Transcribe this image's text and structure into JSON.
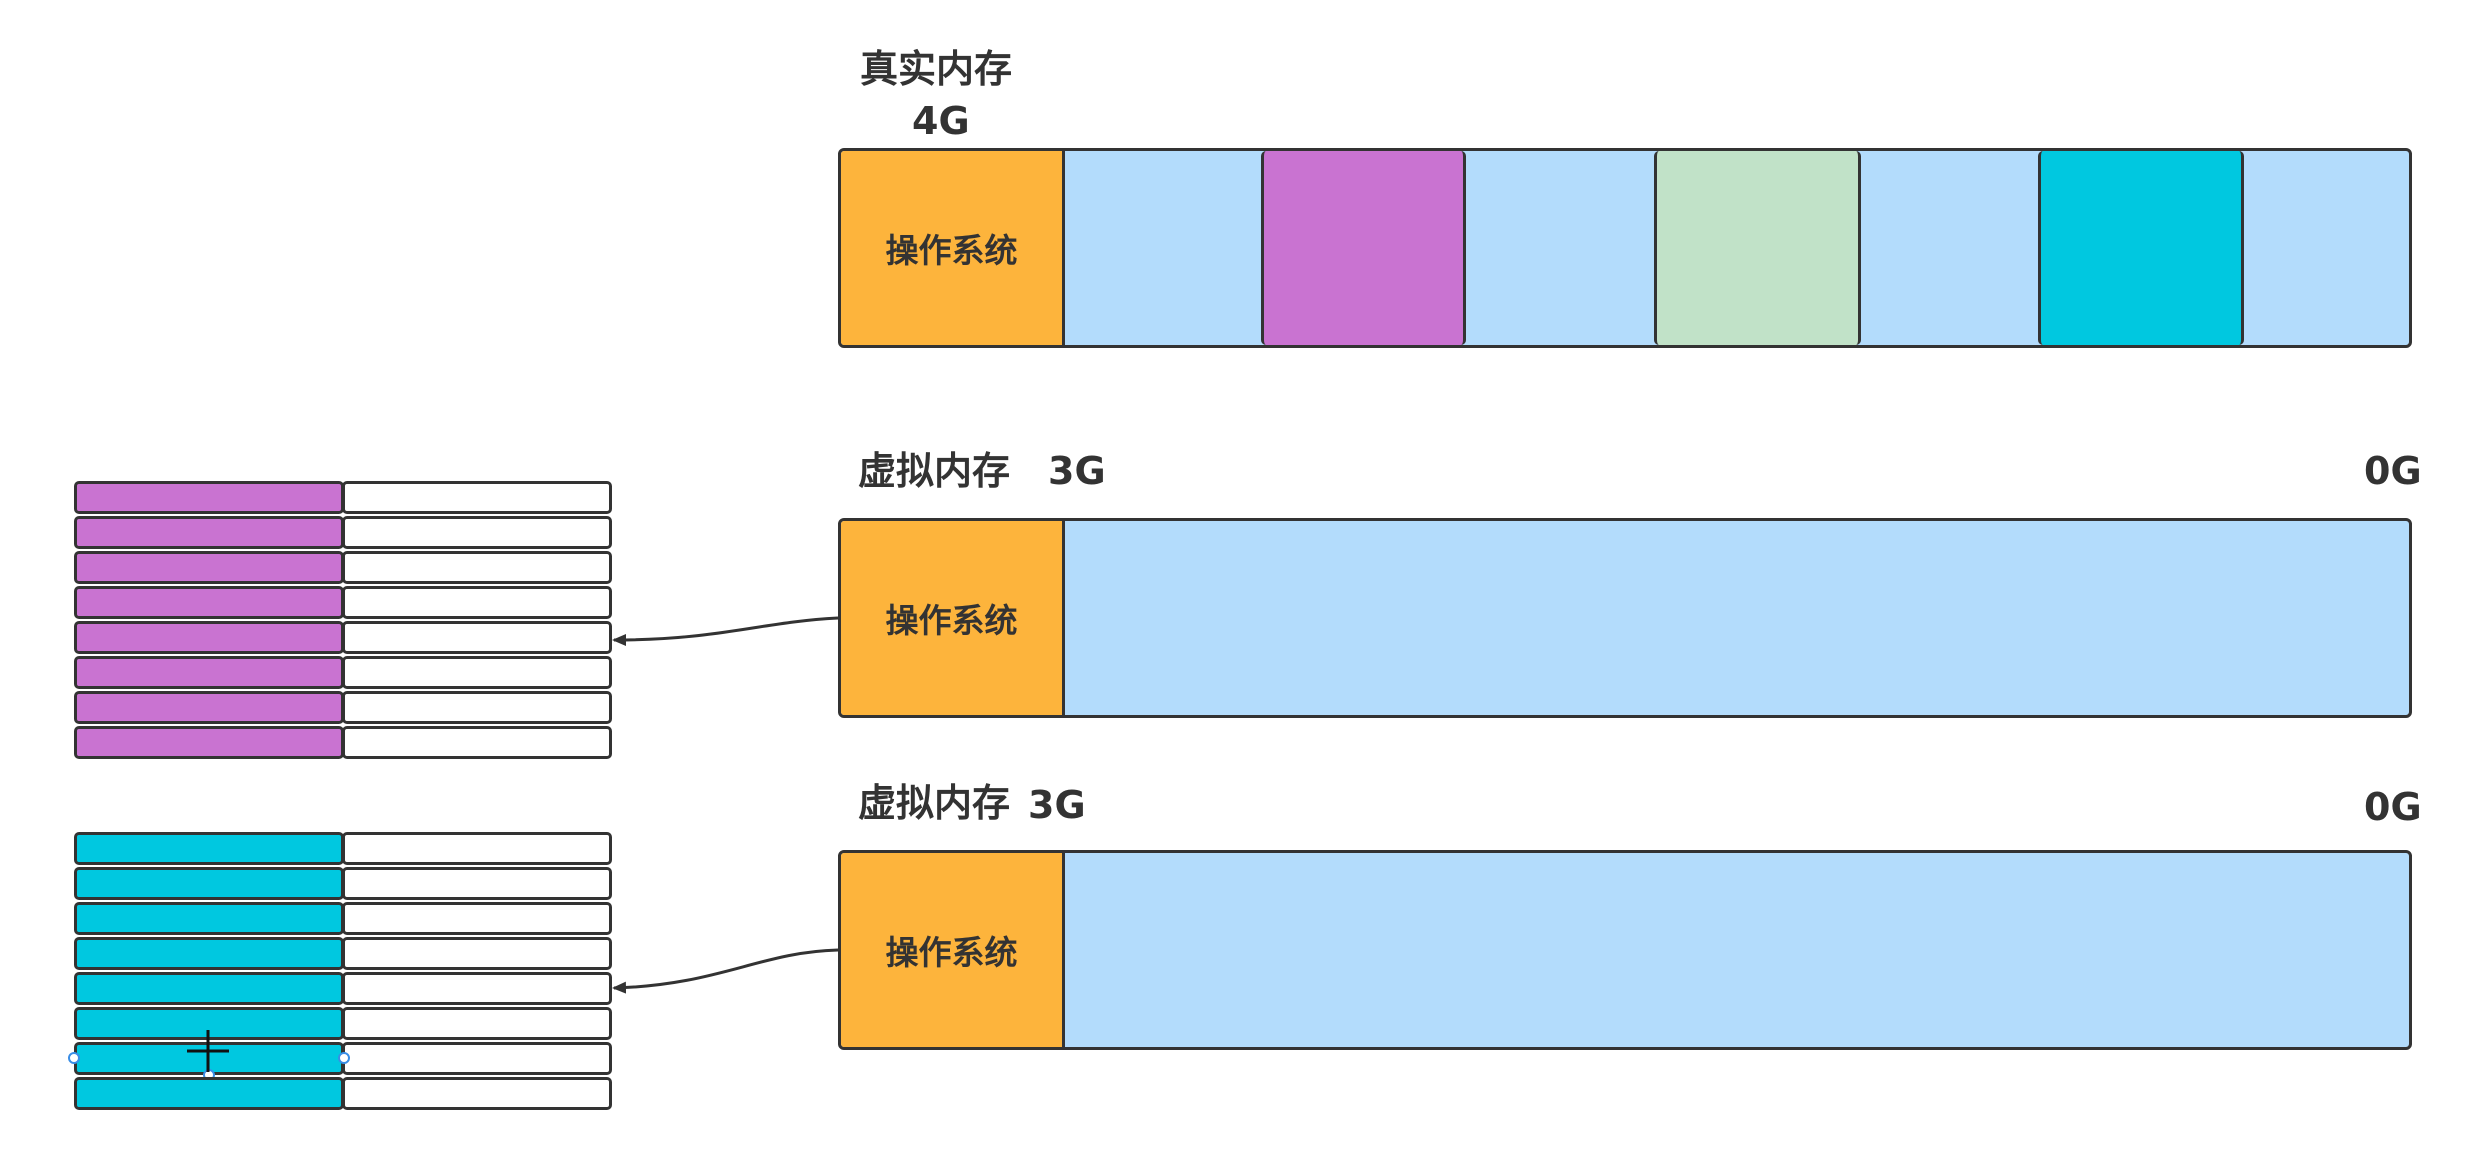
{
  "colors": {
    "os": "#fdb43c",
    "free": "#b3dcfc",
    "purple": "#c973d1",
    "green": "#c1e2c8",
    "cyan": "#00c8e0",
    "border": "#333333",
    "text": "#333333"
  },
  "real_memory": {
    "title": "真实内存",
    "size": "4G",
    "os_label": "操作系统"
  },
  "virtual_memory_1": {
    "title": "虚拟内存",
    "start": "3G",
    "end": "0G",
    "os_label": "操作系统"
  },
  "virtual_memory_2": {
    "title": "虚拟内存",
    "start": "3G",
    "end": "0G",
    "os_label": "操作系统"
  },
  "page_table_1": {
    "rows": 8,
    "color": "purple"
  },
  "page_table_2": {
    "rows": 8,
    "color": "cyan",
    "selected_row": 7
  }
}
